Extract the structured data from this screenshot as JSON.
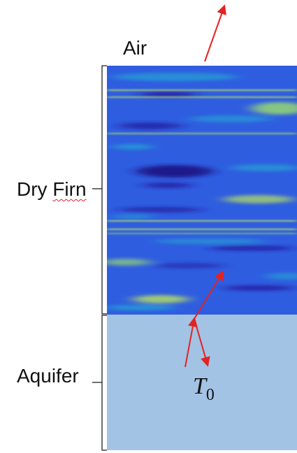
{
  "labels": {
    "air": "Air",
    "dry_firn_prefix": "Dry ",
    "dry_firn_word": "Firn",
    "aquifer": "Aquifer",
    "t0_symbol": "T",
    "t0_subscript": "0"
  },
  "layers": [
    {
      "name": "Dry Firn",
      "colormap": "parula-like"
    },
    {
      "name": "Aquifer",
      "color": "#a2c3e4"
    }
  ],
  "colors": {
    "arrow": "#e32222",
    "aquifer_fill": "#a2c3e4",
    "firn_base": "#2f5de0",
    "firn_dark": "#241a9e",
    "firn_cyan": "#1fb6cf",
    "firn_yellow": "#b9e25a",
    "bracket": "#222222"
  }
}
